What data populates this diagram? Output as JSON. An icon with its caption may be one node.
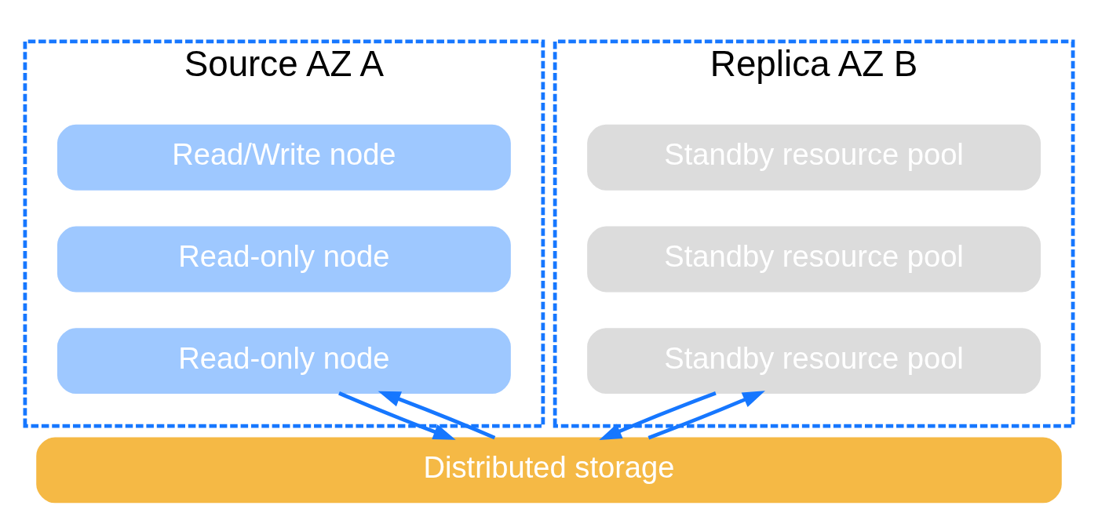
{
  "diagram": {
    "nodes": [
      {
        "text": [
          "Source AZ A"
        ]
      },
      {
        "text": [
          "Read/Write node"
        ],
        "in": 0
      },
      {
        "text": [
          "Read-only node"
        ],
        "in": 0
      },
      {
        "text": [
          "Read-only node"
        ],
        "in": 0
      },
      {
        "text": [
          "Replica AZ B"
        ]
      },
      {
        "text": [
          "Standby resource pool"
        ],
        "in": 4
      },
      {
        "text": [
          "Standby resource pool"
        ],
        "in": 4
      },
      {
        "text": [
          "Standby resource pool"
        ],
        "in": 4
      },
      {
        "text": [
          "Distributed storage"
        ]
      }
    ],
    "edges": [
      {
        "from": 3,
        "to": 8,
        "arrow": "to"
      },
      {
        "from": 8,
        "to": 3,
        "arrow": "to"
      },
      {
        "from": 7,
        "to": 8,
        "arrow": "to"
      },
      {
        "from": 8,
        "to": 7,
        "arrow": "to"
      }
    ]
  }
}
